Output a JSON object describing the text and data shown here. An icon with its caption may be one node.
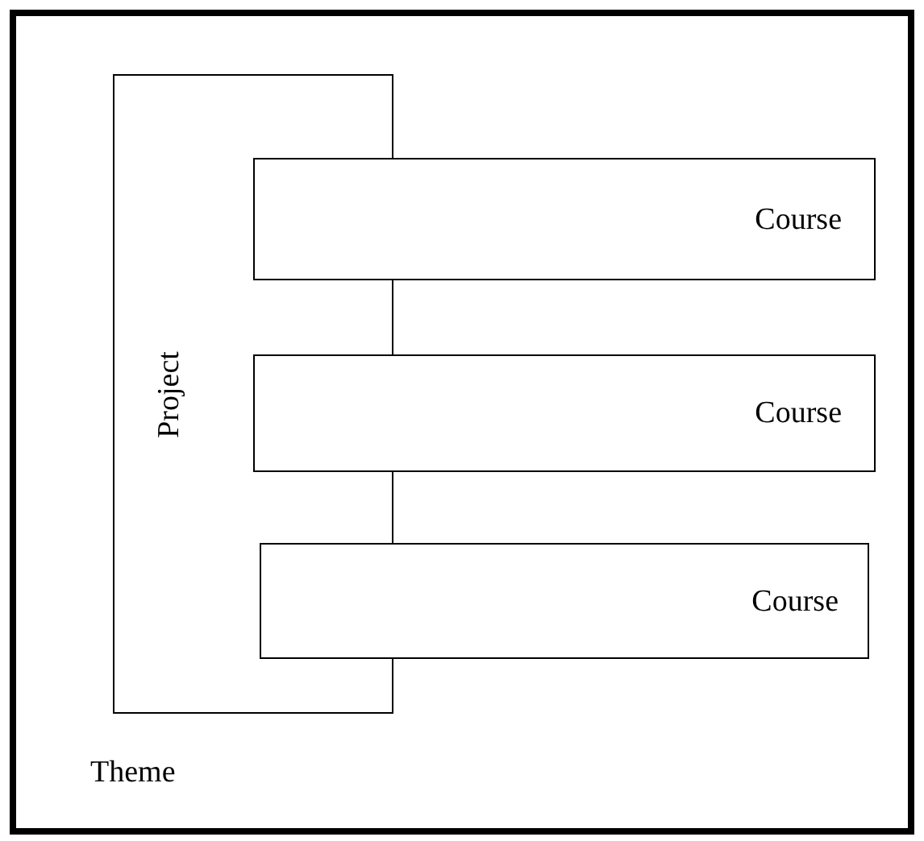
{
  "diagram": {
    "nodes": [
      {
        "text": [
          "Theme"
        ]
      },
      {
        "text": [
          "Project"
        ],
        "in": 0
      },
      {
        "text": [
          "Course"
        ],
        "in": 0
      },
      {
        "text": [
          "Course"
        ],
        "in": 0
      },
      {
        "text": [
          "Course"
        ],
        "in": 0
      }
    ]
  }
}
